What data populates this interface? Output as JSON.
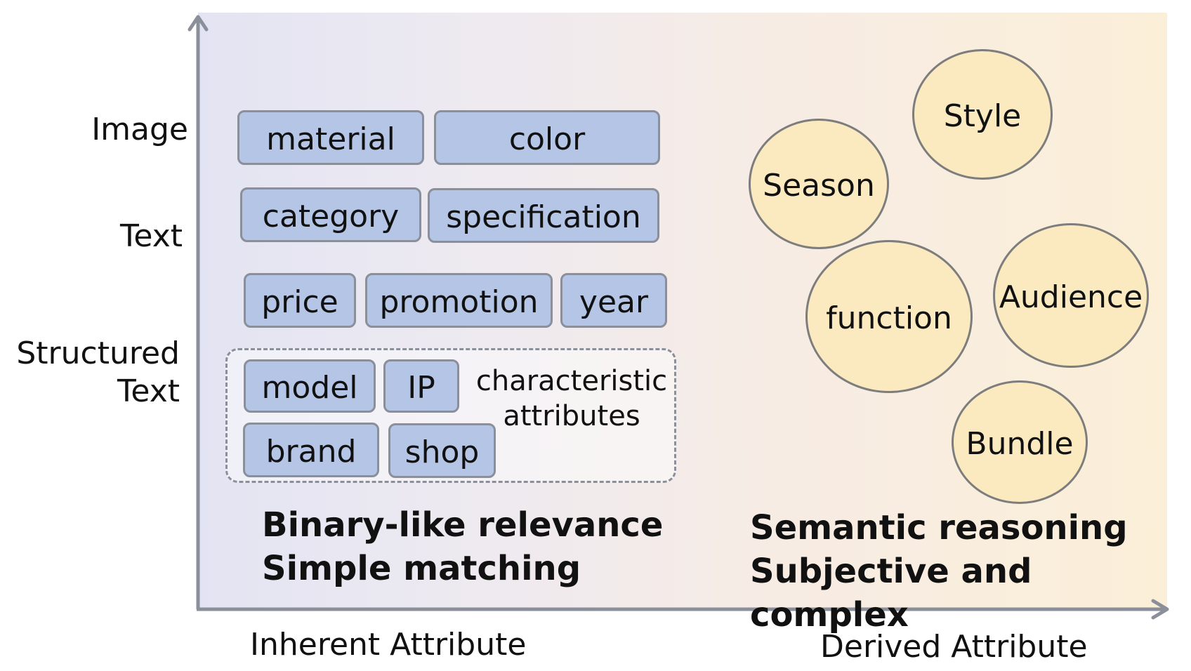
{
  "axes": {
    "y_levels": [
      "Image",
      "Text",
      "Structured\nText"
    ],
    "x_levels": [
      "Inherent Attribute",
      "Derived Attribute"
    ]
  },
  "inherent": {
    "rows": [
      [
        "material",
        "color"
      ],
      [
        "category",
        "specification"
      ],
      [
        "price",
        "promotion",
        "year"
      ]
    ],
    "characteristic_group": {
      "items": [
        "model",
        "IP",
        "brand",
        "shop"
      ],
      "label": "characteristic\nattributes"
    },
    "caption": "Binary-like relevance\nSimple matching"
  },
  "derived": {
    "bubbles": [
      "Style",
      "Season",
      "function",
      "Audience",
      "Bundle"
    ],
    "caption": "Semantic reasoning\nSubjective and complex"
  },
  "colors": {
    "tag_fill": "#b4c5e6",
    "tag_border": "#8a8f99",
    "bubble_fill": "#fbeac0",
    "bubble_border": "#7d7d7d",
    "axis": "#8a8f99"
  }
}
